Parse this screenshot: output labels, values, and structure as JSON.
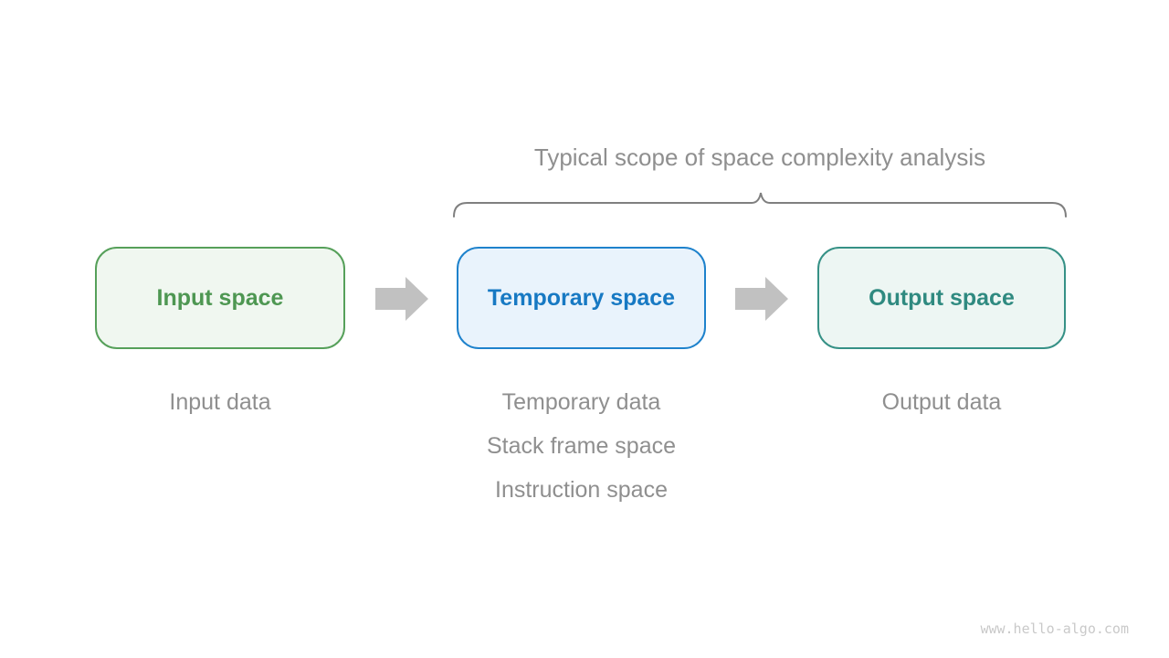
{
  "title": "Typical scope of space complexity analysis",
  "colors": {
    "background": "#ffffff",
    "title_text": "#8f8f8f",
    "annotation_text": "#8f8f8f",
    "brace": "#7f7f7f",
    "arrow": "#c1c1c1",
    "watermark_text": "#c9c9c9"
  },
  "boxes": [
    {
      "label": "Input space",
      "text_color": "#4e9752",
      "border_color": "#56a05a",
      "fill_color": "#f0f7f0"
    },
    {
      "label": "Temporary space",
      "text_color": "#1779c3",
      "border_color": "#1e82cc",
      "fill_color": "#e9f3fc"
    },
    {
      "label": "Output space",
      "text_color": "#2f8a80",
      "border_color": "#369186",
      "fill_color": "#edf6f3"
    }
  ],
  "annotations": {
    "input": {
      "lines": [
        "Input data"
      ]
    },
    "temporary": {
      "lines": [
        "Temporary data",
        "Stack frame space",
        "Instruction space"
      ]
    },
    "output": {
      "lines": [
        "Output data"
      ]
    }
  },
  "watermark": "www.hello-algo.com"
}
